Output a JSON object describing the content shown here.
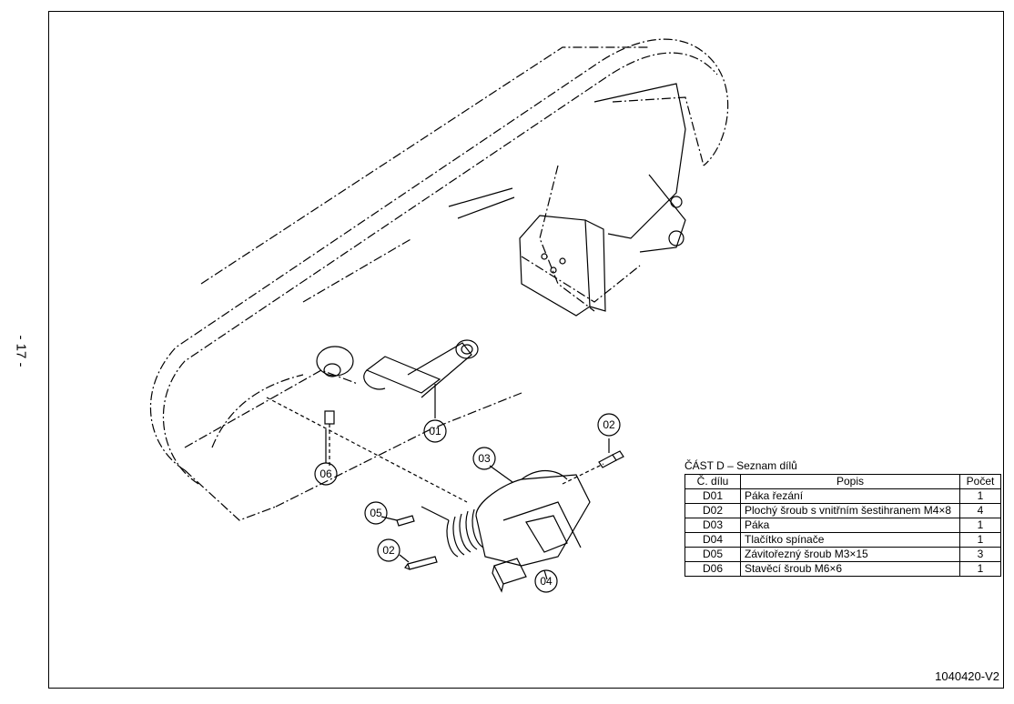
{
  "page_number": "- 17 -",
  "callouts": [
    "01",
    "02",
    "03",
    "04",
    "05",
    "02",
    "06"
  ],
  "parts_table": {
    "title": "ČÁST D – Seznam dílů",
    "headers": [
      "Č. dílu",
      "Popis",
      "Počet"
    ],
    "rows": [
      [
        "D01",
        "Páka řezání",
        "1"
      ],
      [
        "D02",
        "Plochý šroub s vnitřním šestihranem M4×8",
        "4"
      ],
      [
        "D03",
        "Páka",
        "1"
      ],
      [
        "D04",
        "Tlačítko spínače",
        "1"
      ],
      [
        "D05",
        "Závitořezný šroub M3×15",
        "3"
      ],
      [
        "D06",
        "Stavěcí šroub M6×6",
        "1"
      ]
    ]
  },
  "document_code": "1040420-V2"
}
